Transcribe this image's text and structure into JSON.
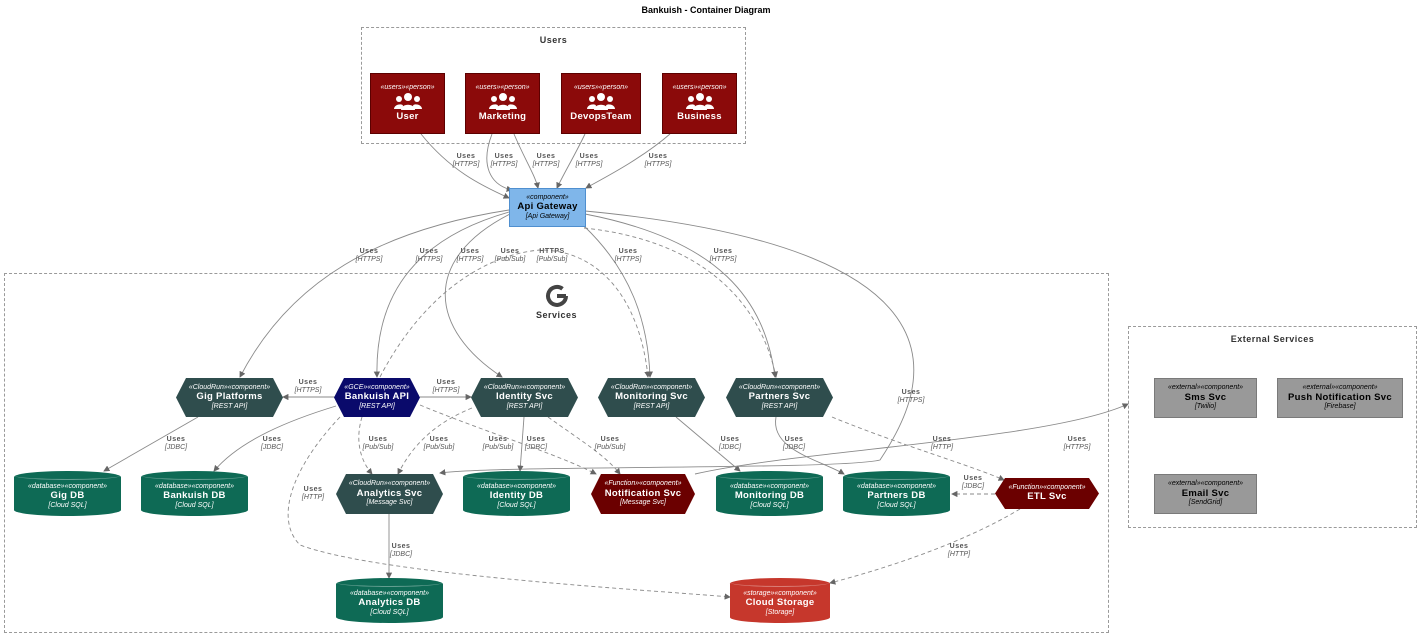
{
  "title": "Bankuish - Container Diagram",
  "boundaries": {
    "users": "Users",
    "services": "Services",
    "external": "External Services"
  },
  "persons": [
    {
      "stereo": "«users»«person»",
      "name": "User"
    },
    {
      "stereo": "«users»«person»",
      "name": "Marketing"
    },
    {
      "stereo": "«users»«person»",
      "name": "DevopsTeam"
    },
    {
      "stereo": "«users»«person»",
      "name": "Business"
    }
  ],
  "gateway": {
    "stereo": "«component»",
    "name": "Api Gateway",
    "tech": "[Api Gateway]"
  },
  "services": [
    {
      "stereo": "«CloudRun»«component»",
      "name": "Gig Platforms",
      "tech": "[REST API]"
    },
    {
      "stereo": "«GCE»«component»",
      "name": "Bankuish API",
      "tech": "[REST API]"
    },
    {
      "stereo": "«CloudRun»«component»",
      "name": "Identity Svc",
      "tech": "[REST API]"
    },
    {
      "stereo": "«CloudRun»«component»",
      "name": "Monitoring Svc",
      "tech": "[REST API]"
    },
    {
      "stereo": "«CloudRun»«component»",
      "name": "Partners Svc",
      "tech": "[REST API]"
    },
    {
      "stereo": "«CloudRun»«component»",
      "name": "Analytics Svc",
      "tech": "[Message Svc]"
    },
    {
      "stereo": "«Function»«component»",
      "name": "Notification Svc",
      "tech": "[Message Svc]"
    },
    {
      "stereo": "«Function»«component»",
      "name": "ETL Svc",
      "tech": ""
    }
  ],
  "databases": [
    {
      "stereo": "«database»«component»",
      "name": "Gig DB",
      "tech": "[Cloud SQL]"
    },
    {
      "stereo": "«database»«component»",
      "name": "Bankuish DB",
      "tech": "[Cloud SQL]"
    },
    {
      "stereo": "«database»«component»",
      "name": "Identity DB",
      "tech": "[Cloud SQL]"
    },
    {
      "stereo": "«database»«component»",
      "name": "Monitoring DB",
      "tech": "[Cloud SQL]"
    },
    {
      "stereo": "«database»«component»",
      "name": "Partners DB",
      "tech": "[Cloud SQL]"
    },
    {
      "stereo": "«database»«component»",
      "name": "Analytics DB",
      "tech": "[Cloud SQL]"
    },
    {
      "stereo": "«storage»«component»",
      "name": "Cloud Storage",
      "tech": "[Storage]"
    }
  ],
  "external": [
    {
      "stereo": "«external»«component»",
      "name": "Sms Svc",
      "tech": "[Twilio]"
    },
    {
      "stereo": "«external»«component»",
      "name": "Push Notification Svc",
      "tech": "[Firebase]"
    },
    {
      "stereo": "«external»«component»",
      "name": "Email Svc",
      "tech": "[SendGrid]"
    }
  ],
  "edge_labels": [
    {
      "uses": "Uses",
      "proto": "[HTTPS]"
    },
    {
      "uses": "Uses",
      "proto": "[HTTPS]"
    },
    {
      "uses": "Uses",
      "proto": "[HTTPS]"
    },
    {
      "uses": "Uses",
      "proto": "[HTTPS]"
    },
    {
      "uses": "Uses",
      "proto": "[HTTPS]"
    },
    {
      "uses": "Uses",
      "proto": "[HTTPS]"
    },
    {
      "uses": "Uses",
      "proto": "[HTTPS]"
    },
    {
      "uses": "Uses",
      "proto": "[HTTPS]"
    },
    {
      "uses": "Uses",
      "proto": "[Pub/Sub]"
    },
    {
      "uses": "HTTPS",
      "proto": "[Pub/Sub]"
    },
    {
      "uses": "Uses",
      "proto": "[HTTPS]"
    },
    {
      "uses": "Uses",
      "proto": "[HTTPS]"
    },
    {
      "uses": "Uses",
      "proto": "[HTTPS]"
    },
    {
      "uses": "Uses",
      "proto": "[HTTPS]"
    },
    {
      "uses": "Uses",
      "proto": "[JDBC]"
    },
    {
      "uses": "Uses",
      "proto": "[JDBC]"
    },
    {
      "uses": "Uses",
      "proto": "[Pub/Sub]"
    },
    {
      "uses": "Uses",
      "proto": "[Pub/Sub]"
    },
    {
      "uses": "Uses",
      "proto": "[Pub/Sub]"
    },
    {
      "uses": "Uses",
      "proto": "[JDBC]"
    },
    {
      "uses": "Uses",
      "proto": "[Pub/Sub]"
    },
    {
      "uses": "Uses",
      "proto": "[JDBC]"
    },
    {
      "uses": "Uses",
      "proto": "[JDBC]"
    },
    {
      "uses": "Uses",
      "proto": "[HTTP]"
    },
    {
      "uses": "Uses",
      "proto": "[HTTPS]"
    },
    {
      "uses": "Uses",
      "proto": "[JDBC]"
    },
    {
      "uses": "Uses",
      "proto": "[HTTP]"
    },
    {
      "uses": "Uses",
      "proto": "[HTTP]"
    },
    {
      "uses": "Uses",
      "proto": "[JDBC]"
    }
  ],
  "colors": {
    "person": "#8b0a0a",
    "cloudrun": "#2f4d4d",
    "gce": "#0a0a6b",
    "function": "#6b0000",
    "database": "#0e6a55",
    "storage": "#c6372c",
    "external": "#999999",
    "gateway": "#7fb6ea"
  }
}
